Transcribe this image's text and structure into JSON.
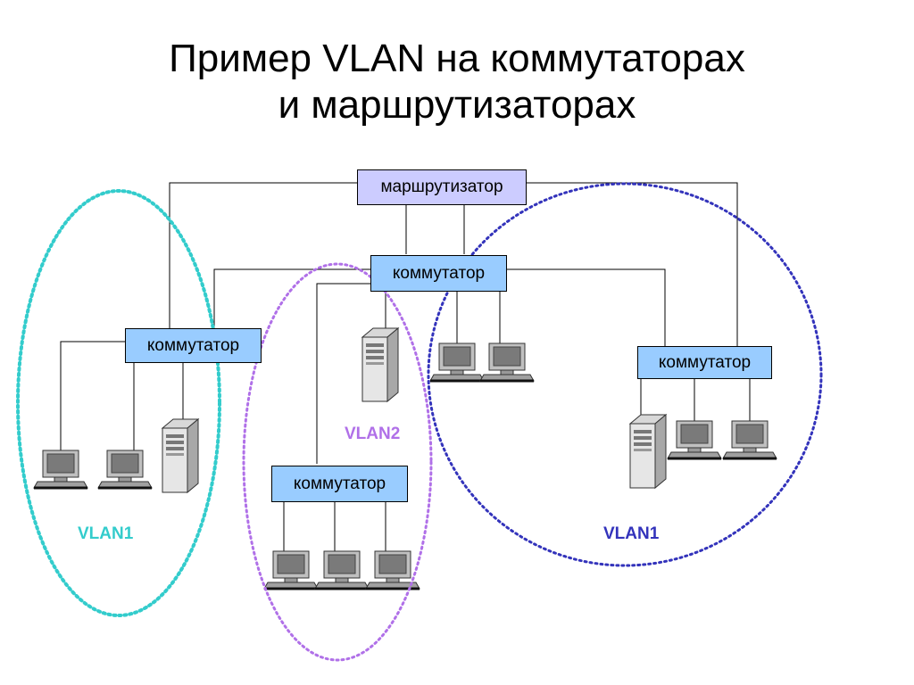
{
  "title": {
    "line1": "Пример VLAN на коммутаторах",
    "line2": "и маршрутизаторах"
  },
  "router": {
    "label": "маршрутизатор"
  },
  "switches": {
    "center": "коммутатор",
    "left": "коммутатор",
    "right": "коммутатор",
    "bottom": "коммутатор"
  },
  "vlans": {
    "left": "VLAN1",
    "middle": "VLAN2",
    "right": "VLAN1"
  },
  "colors": {
    "router_fill": "#ccccff",
    "switch_fill": "#99ccff",
    "vlan1_left": "#33cccc",
    "vlan2": "#b070e8",
    "vlan1_right": "#3333bb"
  }
}
